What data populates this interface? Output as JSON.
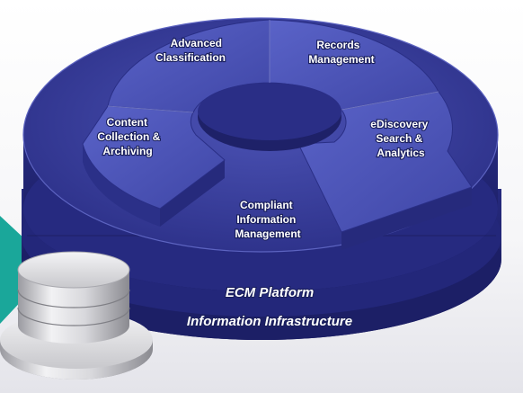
{
  "segments": {
    "advanced_classification": [
      "Advanced",
      "Classification"
    ],
    "records_management": [
      "Records",
      "Management"
    ],
    "content_collection": [
      "Content",
      "Collection &",
      "Archiving"
    ],
    "ediscovery": [
      "eDiscovery",
      "Search &",
      "Analytics"
    ]
  },
  "center": [
    "Compliant",
    "Information",
    "Management"
  ],
  "layers": {
    "platform": "ECM Platform",
    "infrastructure": "Information Infrastructure"
  },
  "colors": {
    "disc_top": "#3a3f9a",
    "disc_side": "#1f2270",
    "arrow": "#4a52b8",
    "teal": "#1aa79a",
    "label_outline": "#1a1f5c"
  }
}
